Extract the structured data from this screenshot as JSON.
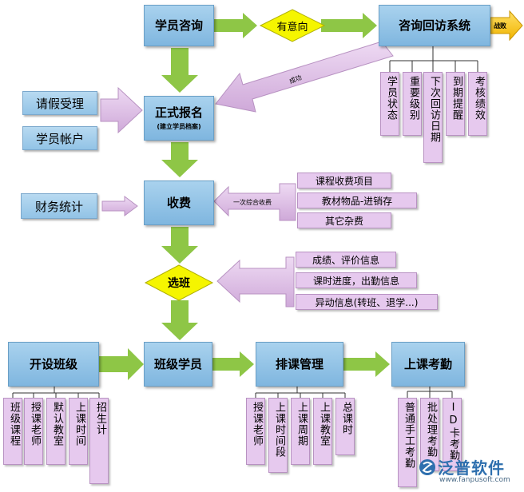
{
  "nodes": {
    "student_consult": "学员咨询",
    "intent": "有意向",
    "consult_system": "咨询回访系统",
    "formal_enroll": "正式报名",
    "formal_enroll_sub": "(建立学员档案)",
    "fee": "收费",
    "choose_class": "选班",
    "open_class": "开设班级",
    "class_students": "班级学员",
    "schedule_mgmt": "排课管理",
    "attendance": "上课考勤"
  },
  "side_inputs": {
    "leave": "请假受理",
    "account": "学员帐户",
    "finance": "财务统计"
  },
  "arrow_labels": {
    "success": "成功",
    "fail": "战败",
    "one_time_fee": "一次综合收费"
  },
  "consult_items": [
    "学员状态",
    "重要级别",
    "下次回访日期",
    "到期提醒",
    "考核绩效"
  ],
  "fee_items": [
    "课程收费项目",
    "教材物品-进销存",
    "其它杂费"
  ],
  "class_info_items": [
    "成绩、评价信息",
    "课时进度，出勤信息",
    "异动信息(转班、退学...)"
  ],
  "open_class_items": [
    "班级课程",
    "授课老师",
    "默认教室",
    "上课时间",
    "招生计划..."
  ],
  "schedule_items": [
    "授课老师",
    "上课时间段",
    "上课周期",
    "上课教室",
    "总课时"
  ],
  "attendance_items": [
    "普通手工考勤",
    "批处理考勤",
    "ID卡考勤"
  ],
  "logo": {
    "name": "泛普软件",
    "url": "www.fanpusoft.com"
  },
  "colors": {
    "box_blue": "#8fc1e6",
    "arrow_green": "#8ec646",
    "diamond_yellow": "#f5f500",
    "lavender": "#e6c9ee",
    "fail_yellow": "#f5c400"
  }
}
